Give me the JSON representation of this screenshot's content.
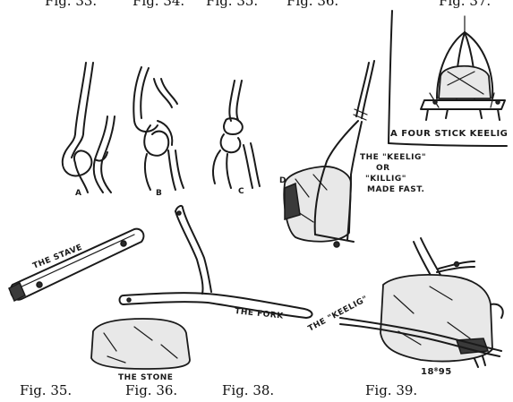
{
  "top_captions": {
    "fig_33": "Fig. 33.",
    "fig_34": "Fig. 34.",
    "fig_35": "Fig. 35.",
    "fig_36": "Fig. 36.",
    "fig_37": "Fig. 37."
  },
  "bottom_captions": {
    "fig_35": "Fig. 35.",
    "fig_36": "Fig. 36.",
    "fig_38": "Fig. 38.",
    "fig_39": "Fig. 39."
  },
  "labels": {
    "knot_a": "A",
    "knot_b": "B",
    "knot_c": "C",
    "knot_d": "D",
    "four_stick": "A FOUR STICK KEELIG",
    "keelig_made_fast_1": "THE \"KEELIG\"",
    "keelig_made_fast_2": "OR",
    "keelig_made_fast_3": "\"KILLIG\"",
    "keelig_made_fast_4": "MADE FAST.",
    "the_stave": "THE STAVE",
    "the_fork": "THE FORK",
    "the_stone": "THE STONE",
    "the_keelig": "THE \"KEELIG\"",
    "date_mark": "18⁸95"
  }
}
